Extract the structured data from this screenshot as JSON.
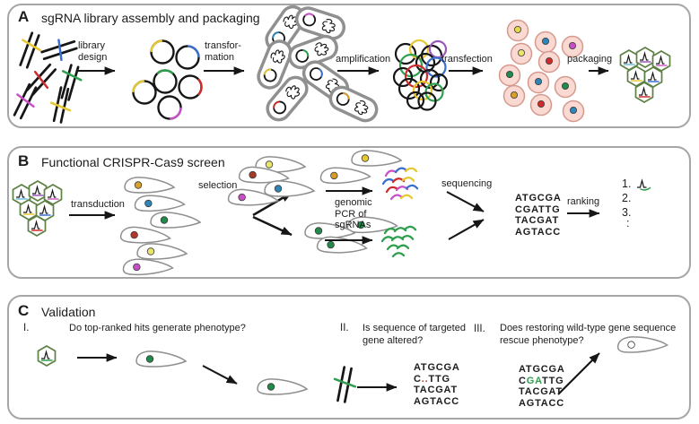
{
  "palette": {
    "panel_border": "#a6a6a6",
    "ink": "#1c1c1c",
    "gray_stroke": "#8f8f8f",
    "virus_capsid_green": "#5d8044",
    "cell_pink_fill": "#f9d9d2",
    "cell_pink_stroke": "#d59a8e",
    "sgrna_yellow": "#e6c832",
    "sgrna_blue": "#3a6fd0",
    "sgrna_green": "#2f9e4f",
    "sgrna_red": "#cf2b2b",
    "sgrna_magenta": "#c94fc9",
    "sgrna_orange": "#d89a28",
    "sgrna_teal": "#2e86b8",
    "sgrna_pale_yellow": "#e9e56e",
    "sgrna_dark_red": "#a63a28",
    "sgrna_violet": "#9b59b6",
    "sgrna_cyan": "#70bcd8",
    "mutation_dot_red": "#c0392b",
    "restored_base_green": "#2f9e4f"
  },
  "panelA": {
    "label": "A",
    "title": "sgRNA library assembly and packaging",
    "steps": {
      "library_design": "library\ndesign",
      "transformation": "transfor-\nmation",
      "amplification": "amplification",
      "transfection": "transfection",
      "packaging": "packaging"
    }
  },
  "panelB": {
    "label": "B",
    "title": "Functional CRISPR-Cas9 screen",
    "steps": {
      "transduction": "transduction",
      "selection": "selection",
      "genomic_pcr": "genomic\nPCR of\nsgRNAs",
      "sequencing": "sequencing",
      "ranking": "ranking"
    },
    "sequence_reads": [
      "ATGCGA",
      "CGATTG",
      "TACGAT",
      "AGTACC"
    ],
    "ranking_list": [
      "1.",
      "2.",
      "3.",
      ":"
    ]
  },
  "panelC": {
    "label": "C",
    "title": "Validation",
    "item1": {
      "numeral": "I.",
      "question": "Do top-ranked hits generate phenotype?"
    },
    "item2": {
      "numeral": "II.",
      "question": "Is sequence of targeted\ngene altered?",
      "seq": {
        "l1": "ATGCGA",
        "l2a": "C",
        "l2b": "..",
        "l2c": "TTG",
        "l3": "TACGAT",
        "l4": "AGTACC"
      }
    },
    "item3": {
      "numeral": "III.",
      "question": "Does restoring wild-type gene sequence\nrescue phenotype?",
      "seq": {
        "l1": "ATGCGA",
        "l2a": "C",
        "l2b": "GA",
        "l2c": "TTG",
        "l3": "TACGAT",
        "l4": "AGTACC"
      }
    }
  }
}
